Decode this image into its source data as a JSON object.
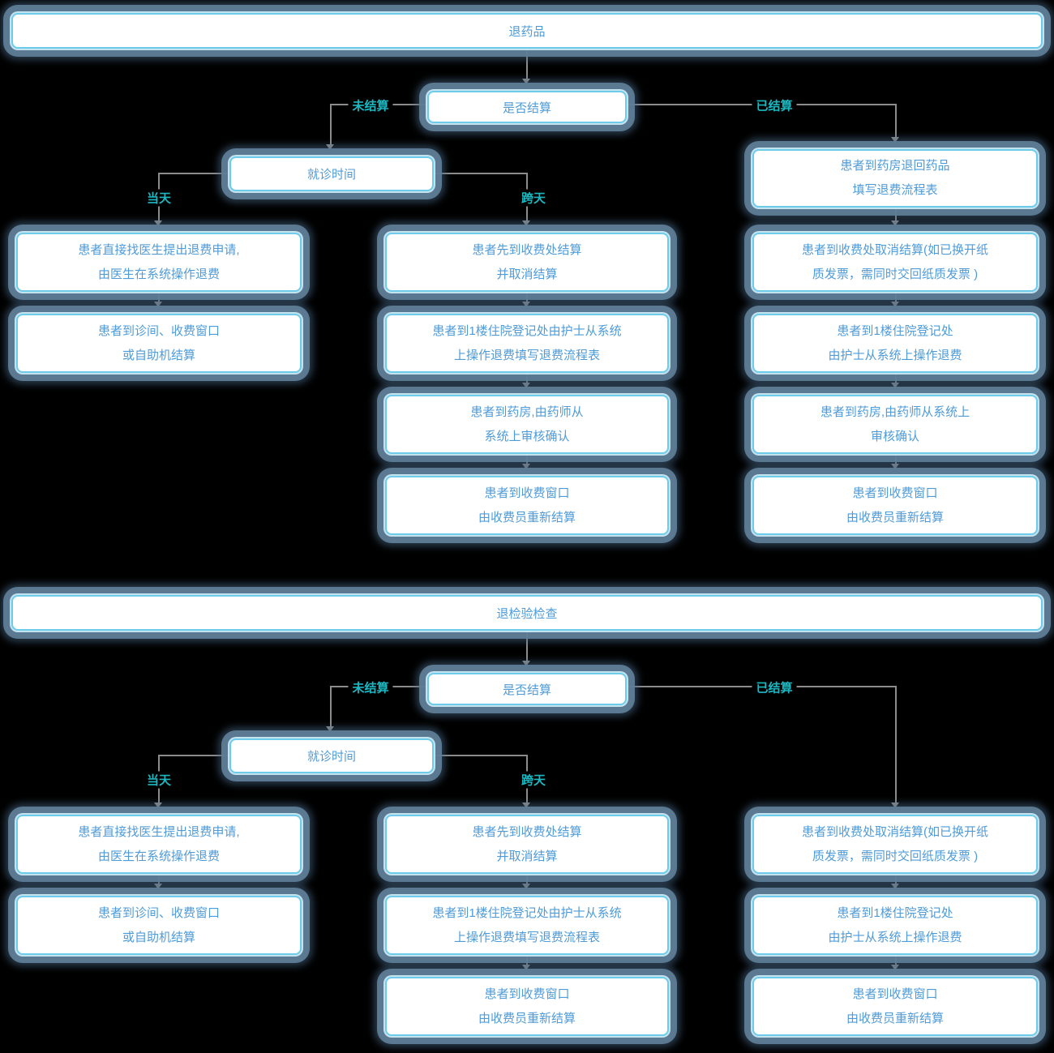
{
  "colors": {
    "background": "#000000",
    "node_fill": "#ffffff",
    "node_border": "#6ecbea",
    "node_text": "#4f9bd8",
    "branch_label_text": "#1cb8c2",
    "connector_line": "#8c8c8c",
    "node_glow": "#5e7d95"
  },
  "charts": [
    {
      "title": "退药品",
      "decision": "是否结算",
      "branches": {
        "unsettled": "未结算",
        "settled": "已结算"
      },
      "visit_time": "就诊时间",
      "visit_branches": {
        "same_day": "当天",
        "cross_day": "跨天"
      },
      "same_day_steps": [
        "患者直接找医生提出退费申请,\n由医生在系统操作退费",
        "患者到诊间、收费窗口\n或自助机结算"
      ],
      "cross_day_steps": [
        "患者先到收费处结算\n并取消结算",
        "患者到1楼住院登记处由护士从系统\n上操作退费填写退费流程表",
        "患者到药房,由药师从\n系统上审核确认",
        "患者到收费窗口\n由收费员重新结算"
      ],
      "settled_steps": [
        "患者到药房退回药品\n填写退费流程表",
        "患者到收费处取消结算(如已换开纸\n质发票，需同时交回纸质发票 )",
        "患者到1楼住院登记处\n由护士从系统上操作退费",
        "患者到药房,由药师从系统上\n审核确认",
        "患者到收费窗口\n由收费员重新结算"
      ]
    },
    {
      "title": "退检验检查",
      "decision": "是否结算",
      "branches": {
        "unsettled": "未结算",
        "settled": "已结算"
      },
      "visit_time": "就诊时间",
      "visit_branches": {
        "same_day": "当天",
        "cross_day": "跨天"
      },
      "same_day_steps": [
        "患者直接找医生提出退费申请,\n由医生在系统操作退费",
        "患者到诊间、收费窗口\n或自助机结算"
      ],
      "cross_day_steps": [
        "患者先到收费处结算\n并取消结算",
        "患者到1楼住院登记处由护士从系统\n上操作退费填写退费流程表",
        "患者到收费窗口\n由收费员重新结算"
      ],
      "settled_steps": [
        "患者到收费处取消结算(如已换开纸\n质发票，需同时交回纸质发票 )",
        "患者到1楼住院登记处\n由护士从系统上操作退费",
        "患者到收费窗口\n由收费员重新结算"
      ]
    }
  ]
}
